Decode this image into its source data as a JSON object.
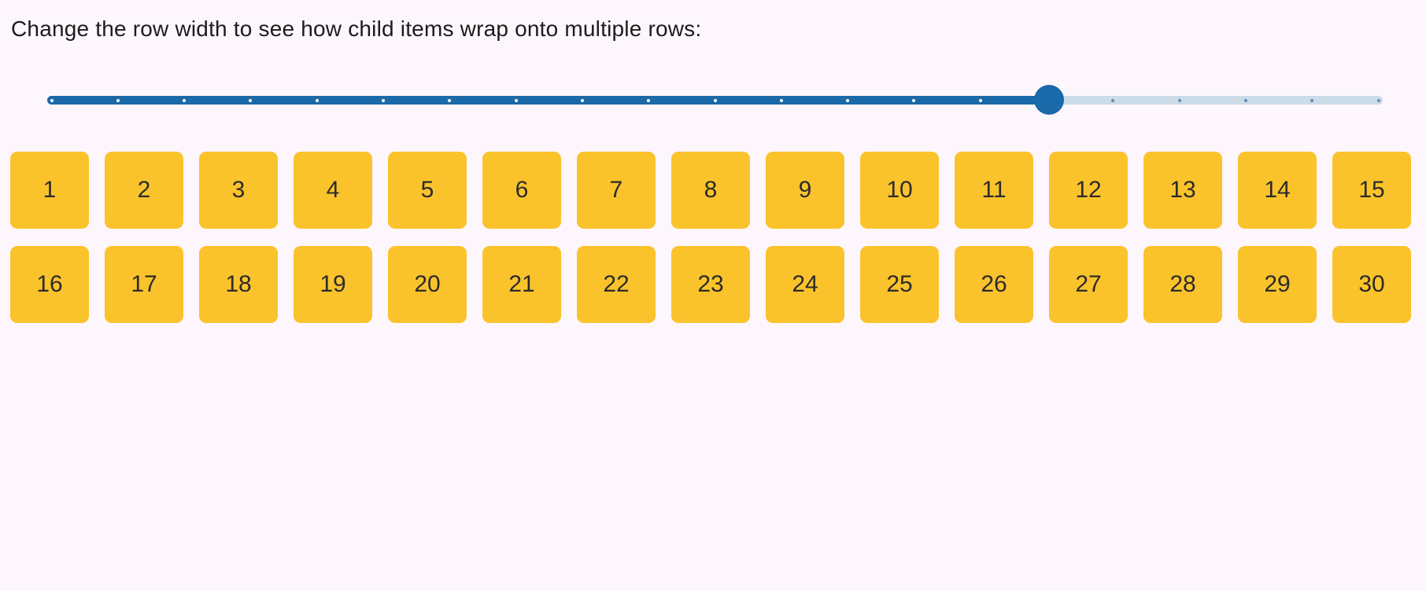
{
  "page": {
    "title": "Change the row width to see how child items wrap onto multiple rows:",
    "background_color": "#FDF6FD"
  },
  "slider": {
    "label": "row-width-slider",
    "value_percent": 75,
    "tick_count": 21,
    "colors": {
      "filled_track": "#1A69A8",
      "unfilled_track": "#CBDBE8",
      "thumb": "#1A69A8",
      "tick_on_filled": "#FFFFFF",
      "tick_on_unfilled": "#5E8BB7"
    }
  },
  "grid": {
    "item_background_color": "#FBC32B",
    "items": [
      "1",
      "2",
      "3",
      "4",
      "5",
      "6",
      "7",
      "8",
      "9",
      "10",
      "11",
      "12",
      "13",
      "14",
      "15",
      "16",
      "17",
      "18",
      "19",
      "20",
      "21",
      "22",
      "23",
      "24",
      "25",
      "26",
      "27",
      "28",
      "29",
      "30"
    ]
  }
}
